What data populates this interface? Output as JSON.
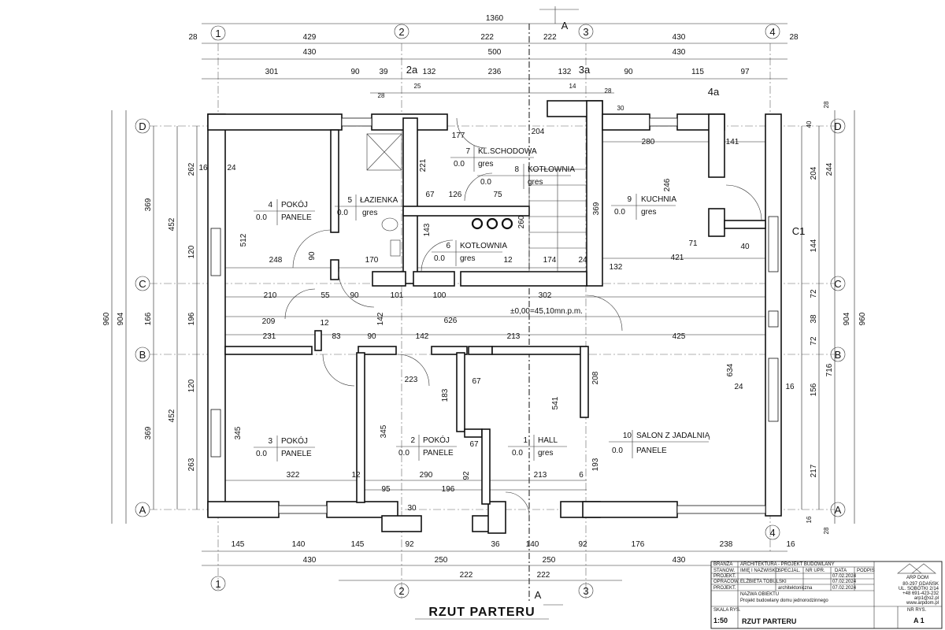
{
  "title": "RZUT PARTERU",
  "section_mark": "A",
  "axes": {
    "cols": [
      "1",
      "2",
      "2a",
      "3",
      "3a",
      "4",
      "4a"
    ],
    "rows": [
      "A",
      "B",
      "C",
      "D"
    ],
    "column": "C1"
  },
  "rooms": [
    {
      "no": "1",
      "name": "HALL",
      "area": "0.0",
      "finish": "gres"
    },
    {
      "no": "2",
      "name": "POKÓJ",
      "area": "0.0",
      "finish": "PANELE"
    },
    {
      "no": "3",
      "name": "POKÓJ",
      "area": "0.0",
      "finish": "PANELE"
    },
    {
      "no": "4",
      "name": "POKÓJ",
      "area": "0.0",
      "finish": "PANELE"
    },
    {
      "no": "5",
      "name": "ŁAZIENKA",
      "area": "0.0",
      "finish": "gres"
    },
    {
      "no": "6",
      "name": "KOTŁOWNIA",
      "area": "0.0",
      "finish": "gres"
    },
    {
      "no": "7",
      "name": "KL.SCHODOWA",
      "area": "0.0",
      "finish": "gres"
    },
    {
      "no": "8",
      "name": "KOTŁOWNIA",
      "area": "0.0",
      "finish": "gres"
    },
    {
      "no": "9",
      "name": "KUCHNIA",
      "area": "0.0",
      "finish": "gres"
    },
    {
      "no": "10",
      "name": "SALON Z JADALNIĄ",
      "area": "0.0",
      "finish": "PANELE"
    }
  ],
  "level_mark": "±0,00=45,10mn.p.m.",
  "dims": {
    "top_total": "1360",
    "top_main": [
      "28",
      "429",
      "222",
      "222",
      "430",
      "28"
    ],
    "top_second": [
      "430",
      "500",
      "430"
    ],
    "top_third": [
      "301",
      "90",
      "39",
      "132",
      "236",
      "132",
      "90",
      "115",
      "97"
    ],
    "top_small": [
      "28",
      "25",
      "14",
      "28",
      "30"
    ],
    "bottom": [
      "145",
      "140",
      "145",
      "92",
      "36",
      "140",
      "92",
      "176",
      "238",
      "16"
    ],
    "bottom_second": [
      "430",
      "250",
      "250",
      "430"
    ],
    "bottom_third": [
      "222",
      "222"
    ],
    "left_total": "960",
    "left_main": [
      "904"
    ],
    "left_second": [
      "369",
      "166",
      "369"
    ],
    "left_third": [
      "452",
      "452"
    ],
    "left_fourth": [
      "262",
      "120",
      "196",
      "120",
      "263"
    ],
    "right_total": "960",
    "right_main": [
      "904"
    ],
    "right_second": [
      "244",
      "716"
    ],
    "right_third": [
      "204",
      "144",
      "72",
      "38",
      "72",
      "156",
      "217"
    ],
    "right_small": [
      "40",
      "28",
      "16",
      "28"
    ],
    "inner": [
      "16",
      "24",
      "512",
      "248",
      "170",
      "90",
      "210",
      "55",
      "90",
      "101",
      "100",
      "209",
      "12",
      "142",
      "626",
      "231",
      "83",
      "90",
      "142",
      "213",
      "425",
      "302",
      "132",
      "221",
      "67",
      "126",
      "75",
      "143",
      "260",
      "12",
      "174",
      "24",
      "177",
      "204",
      "280",
      "141",
      "246",
      "369",
      "71",
      "421",
      "40",
      "634",
      "24",
      "16",
      "208",
      "541",
      "193",
      "345",
      "322",
      "345",
      "290",
      "196",
      "95",
      "183",
      "67",
      "12",
      "92",
      "6",
      "213",
      "30",
      "223",
      "67"
    ]
  },
  "title_block": {
    "branza_label": "BRANŻA",
    "branza_value": "ARCHITEKTURA - PROJEKT BUDOWLANY",
    "header": [
      "STANOW.",
      "IMIĘ I NAZWISKO",
      "SPECJAL.",
      "NR UPR.",
      "DATA",
      "PODPIS"
    ],
    "rows": [
      [
        "PROJEKT.",
        "",
        "",
        "",
        "07.02.2024",
        ""
      ],
      [
        "OPRACOW.",
        "ELŻBIETA TOBULSKI",
        "",
        "",
        "07.02.2024",
        ""
      ],
      [
        "PROJEKT.",
        "",
        "architektoniczna",
        "",
        "07.02.2024",
        ""
      ]
    ],
    "object_label": "NAZWA OBIEKTU",
    "object": "Projekt budowlany domu jednorodzinnego",
    "scale_label": "SKALA RYS.",
    "scale": "1:50",
    "drawing_label": "NR RYS.",
    "drawing": "RZUT PARTERU",
    "sheet": "A 1",
    "firm": "ARP DOM",
    "address": [
      "80-297 GDAŃSK",
      "UL. SOBÓTKI 2/14",
      "+48 691-423-232",
      "arp1@o2.pl",
      "www.arpdom.pl"
    ]
  }
}
